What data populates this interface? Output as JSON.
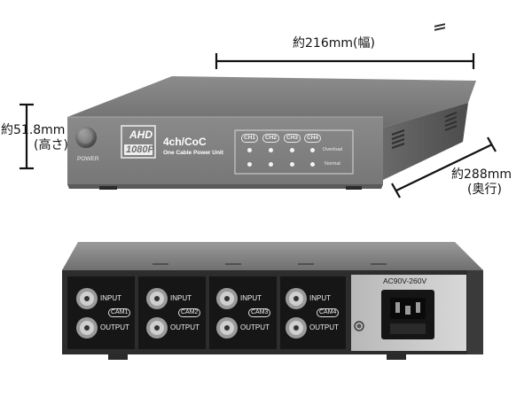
{
  "dimensions": {
    "width": "約216mm(幅)",
    "height_value": "約51.8mm",
    "height_label": "(高さ)",
    "depth_value": "約288mm",
    "depth_label": "(奥行)"
  },
  "front_panel": {
    "power_label": "POWER",
    "badge_top": "AHD",
    "badge_bottom": "1080P",
    "model_title": "4ch/CoC",
    "model_subtitle": "One Cable Power Unit",
    "channels": [
      "CH1",
      "CH2",
      "CH3",
      "CH4"
    ],
    "row_labels": [
      "Overload",
      "Normal"
    ]
  },
  "rear_panel": {
    "input_label": "INPUT",
    "output_label": "OUTPUT",
    "cameras": [
      "CAM1",
      "CAM2",
      "CAM3",
      "CAM4"
    ],
    "power_spec": "AC90V-260V"
  }
}
